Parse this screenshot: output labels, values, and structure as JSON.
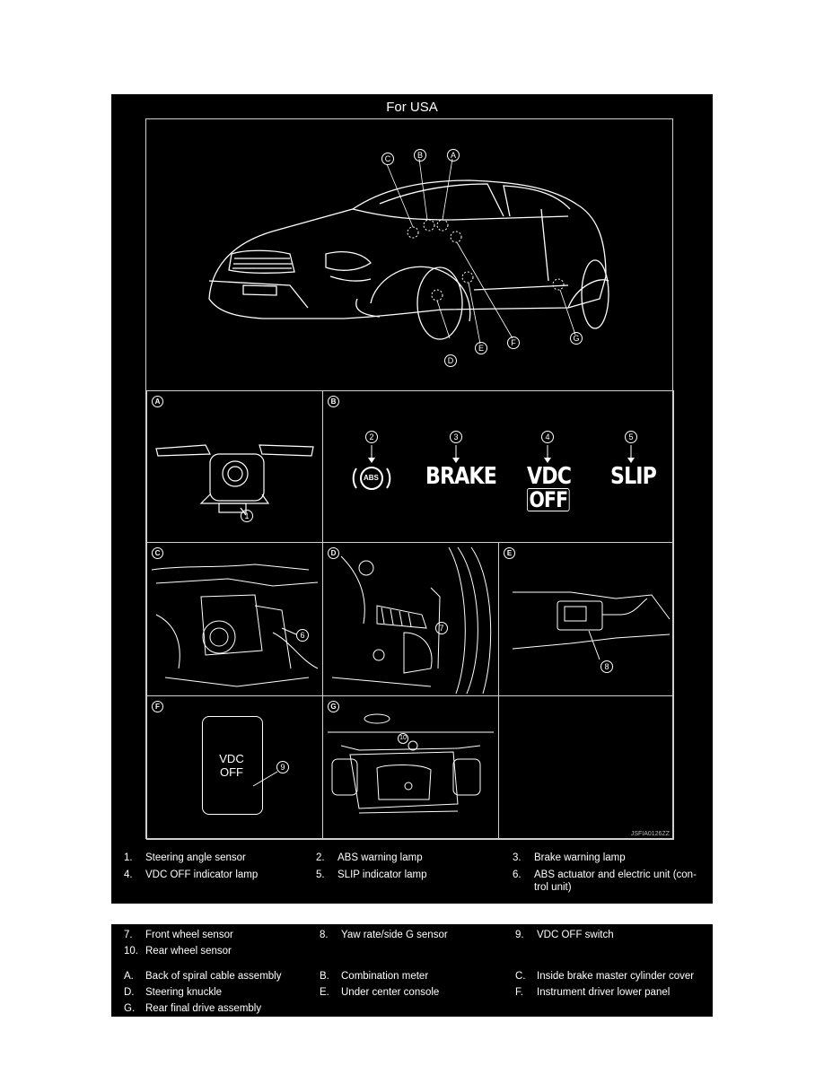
{
  "figure": {
    "title": "For USA",
    "code": "JSFIA0126ZZ",
    "car_labels": [
      "C",
      "B",
      "A",
      "D",
      "E",
      "F",
      "G"
    ],
    "panels": {
      "A": {
        "letter": "A",
        "callout": "1"
      },
      "B": {
        "letter": "B",
        "callouts": [
          "2",
          "3",
          "4",
          "5"
        ],
        "abs_text": "ABS",
        "brake_text": "BRAKE",
        "vdc_text": "VDC",
        "off_text": "OFF",
        "slip_text": "SLIP"
      },
      "C": {
        "letter": "C",
        "callout": "6"
      },
      "D": {
        "letter": "D",
        "callout": "7"
      },
      "E": {
        "letter": "E",
        "callout": "8"
      },
      "F": {
        "letter": "F",
        "callout": "9",
        "switch_line1": "VDC",
        "switch_line2": "OFF"
      },
      "G": {
        "letter": "G",
        "callout": "10"
      }
    }
  },
  "legend": [
    {
      "num": "1.",
      "text": "Steering angle sensor"
    },
    {
      "num": "2.",
      "text": "ABS warning lamp"
    },
    {
      "num": "3.",
      "text": "Brake warning lamp"
    },
    {
      "num": "4.",
      "text": "VDC OFF indicator lamp"
    },
    {
      "num": "5.",
      "text": "SLIP indicator lamp"
    },
    {
      "num": "6.",
      "text": "ABS actuator and electric unit (con-",
      "text2": "trol unit)"
    }
  ],
  "legend2": [
    {
      "num": "7.",
      "text": "Front wheel sensor"
    },
    {
      "num": "8.",
      "text": "Yaw rate/side G sensor"
    },
    {
      "num": "9.",
      "text": "VDC OFF switch"
    },
    {
      "num": "10.",
      "text": "Rear wheel sensor"
    },
    {
      "num": "A.",
      "text": "Back of spiral cable assembly"
    },
    {
      "num": "B.",
      "text": "Combination meter"
    },
    {
      "num": "C.",
      "text": "Inside brake master cylinder cover"
    },
    {
      "num": "D.",
      "text": "Steering knuckle"
    },
    {
      "num": "E.",
      "text": "Under center console"
    },
    {
      "num": "F.",
      "text": "Instrument driver lower panel"
    },
    {
      "num": "G.",
      "text": "Rear final drive assembly"
    }
  ]
}
